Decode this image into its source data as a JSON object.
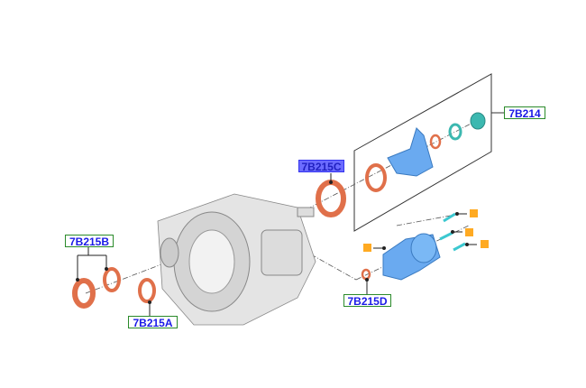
{
  "callouts": {
    "c7B214": "7B214",
    "c7B215C": "7B215C",
    "c7B215B": "7B215B",
    "c7B215A": "7B215A",
    "c7B215D": "7B215D"
  },
  "highlighted": "7B215C",
  "colors": {
    "seal": "#e0704a",
    "blue_part": "#6aaaf0",
    "teal": "#3cb8b0",
    "marker": "#ffaa22",
    "callout_border": "#2a8a2a",
    "callout_text": "#1a1ae6"
  }
}
